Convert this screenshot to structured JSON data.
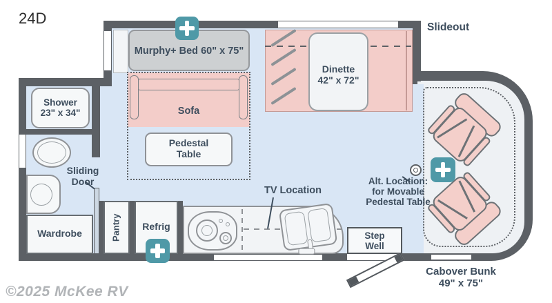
{
  "title": "24D",
  "watermark": "©2025 McKee RV",
  "labels": {
    "slideout": "Slideout",
    "cabover_bunk": {
      "line1": "Cabover Bunk",
      "line2": "49\" x 75\""
    },
    "murphy_bed": "Murphy+ Bed 60\" x 75\"",
    "sofa": "Sofa",
    "pedestal_table": {
      "line1": "Pedestal",
      "line2": "Table"
    },
    "dinette": {
      "line1": "Dinette",
      "line2": "42\" x 72\""
    },
    "shower": {
      "line1": "Shower",
      "line2": "23\" x 34\""
    },
    "sliding_door": {
      "line1": "Sliding",
      "line2": "Door"
    },
    "wardrobe": "Wardrobe",
    "pantry": "Pantry",
    "refrig": "Refrig",
    "tv_location": "TV Location",
    "step_well": {
      "line1": "Step",
      "line2": "Well"
    },
    "alt_table_location": {
      "line1": "Alt. Location:",
      "line2": "for Movable",
      "line3": "Pedestal Table"
    }
  },
  "icons": {
    "feature_marker": "plus-icon",
    "movable_table_mount": "pedestal-mount-icon"
  },
  "colors": {
    "wall": "#5c6065",
    "floor_blue": "#d9e6f5",
    "cab_floor": "#eef1f4",
    "furniture_pink": "#f3cdc9",
    "murphy_gray": "#cdd0d2",
    "fixture_white": "#f6f8f9",
    "accent_teal": "#4f99a7",
    "label_text": "#3e4e5e",
    "watermark_gray": "#b1b4b7"
  }
}
